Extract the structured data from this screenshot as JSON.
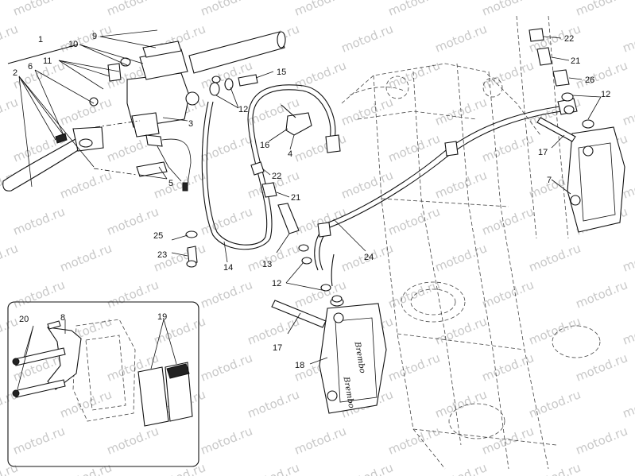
{
  "watermark": "motod.ru",
  "callouts": {
    "c1": "1",
    "c2": "2",
    "c3": "3",
    "c4": "4",
    "c5": "5",
    "c6": "6",
    "c7": "7",
    "c8": "8",
    "c9": "9",
    "c10": "10",
    "c11": "11",
    "c12": "12",
    "c13": "13",
    "c14": "14",
    "c15": "15",
    "c16": "16",
    "c17": "17",
    "c18": "18",
    "c19": "19",
    "c20": "20",
    "c21": "21",
    "c22": "22",
    "c23": "23",
    "c24": "24",
    "c25": "25",
    "c26": "26"
  },
  "caliper_brand": "Brembo"
}
